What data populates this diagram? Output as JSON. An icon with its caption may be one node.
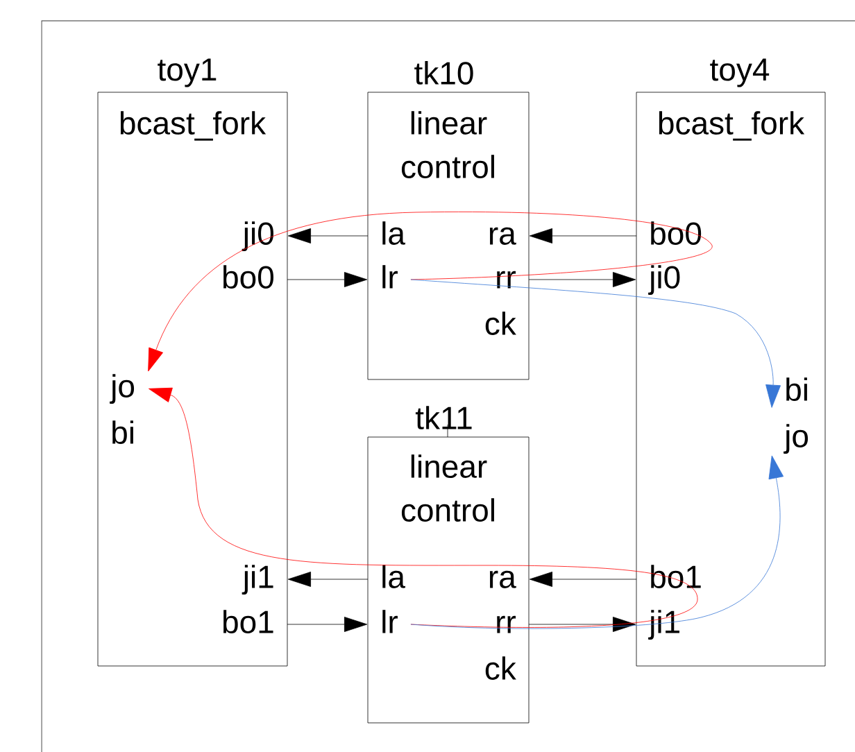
{
  "diagram": {
    "nodes": [
      {
        "text": [
          "toy1",
          "bcast_fork"
        ]
      },
      {
        "text": [
          "ji0"
        ],
        "in": 0
      },
      {
        "text": [
          "bo0"
        ],
        "in": 0
      },
      {
        "text": [
          "jo"
        ],
        "in": 0
      },
      {
        "text": [
          "bi"
        ],
        "in": 0
      },
      {
        "text": [
          "ji1"
        ],
        "in": 0
      },
      {
        "text": [
          "bo1"
        ],
        "in": 0
      },
      {
        "text": [
          "tk10",
          "linear control"
        ]
      },
      {
        "text": [
          "la"
        ],
        "in": 7
      },
      {
        "text": [
          "ra"
        ],
        "in": 7
      },
      {
        "text": [
          "lr"
        ],
        "in": 7
      },
      {
        "text": [
          "rr"
        ],
        "in": 7
      },
      {
        "text": [
          "ck"
        ],
        "in": 7
      },
      {
        "text": [
          "toy4",
          "bcast_fork"
        ]
      },
      {
        "text": [
          "bo0"
        ],
        "in": 13
      },
      {
        "text": [
          "ji0"
        ],
        "in": 13
      },
      {
        "text": [
          "bi"
        ],
        "in": 13
      },
      {
        "text": [
          "jo"
        ],
        "in": 13
      },
      {
        "text": [
          "bo1"
        ],
        "in": 13
      },
      {
        "text": [
          "ji1"
        ],
        "in": 13
      },
      {
        "text": [
          "tk11",
          "linear control"
        ]
      },
      {
        "text": [
          "la"
        ],
        "in": 20
      },
      {
        "text": [
          "ra"
        ],
        "in": 20
      },
      {
        "text": [
          "lr"
        ],
        "in": 20
      },
      {
        "text": [
          "rr"
        ],
        "in": 20
      },
      {
        "text": [
          "ck"
        ],
        "in": 20
      }
    ],
    "edges": [
      {
        "from": 8,
        "to": 1,
        "arrow": "to"
      },
      {
        "from": 2,
        "to": 10,
        "arrow": "to"
      },
      {
        "from": 14,
        "to": 9,
        "arrow": "to"
      },
      {
        "from": 11,
        "to": 15,
        "arrow": "to"
      },
      {
        "from": 21,
        "to": 5,
        "arrow": "to"
      },
      {
        "from": 6,
        "to": 23,
        "arrow": "to"
      },
      {
        "from": 18,
        "to": 22,
        "arrow": "to"
      },
      {
        "from": 24,
        "to": 19,
        "arrow": "to"
      },
      {
        "from": 10,
        "to": 3,
        "arrow": "to",
        "color": "#ff0000"
      },
      {
        "from": 23,
        "to": 3,
        "arrow": "to",
        "color": "#ff0000"
      },
      {
        "from": 10,
        "to": 16,
        "arrow": "to",
        "color": "#3877d6"
      },
      {
        "from": 23,
        "to": 17,
        "arrow": "to",
        "color": "#3877d6"
      }
    ]
  }
}
